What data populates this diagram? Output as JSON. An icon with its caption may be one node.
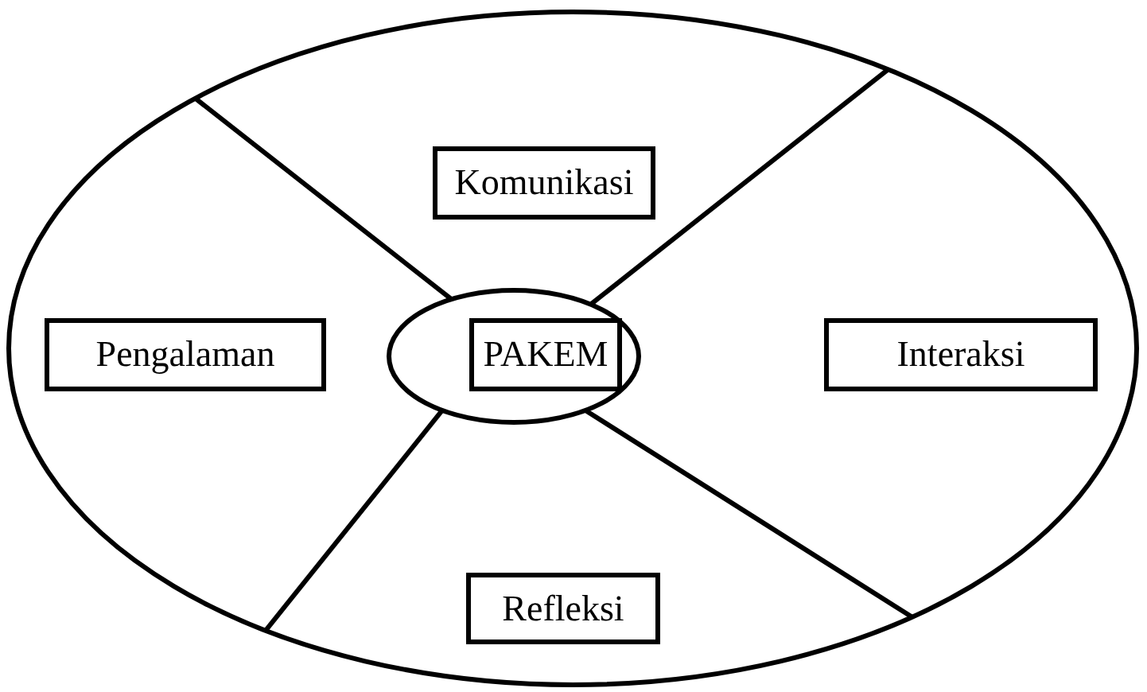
{
  "diagram": {
    "nodes": [
      {
        "text": [],
        "shape": "ellipse"
      },
      {
        "text": [
          "Komunikasi"
        ],
        "in": 0
      },
      {
        "text": [
          "Pengalaman"
        ],
        "in": 0
      },
      {
        "text": [],
        "shape": "ellipse",
        "in": 0
      },
      {
        "text": [
          "PAKEM"
        ],
        "in": 3
      },
      {
        "text": [
          "Interaksi"
        ],
        "in": 0
      },
      {
        "text": [
          "Refleksi"
        ],
        "in": 0
      }
    ],
    "edges": [
      {
        "from": 3,
        "to": 0,
        "arrow": "none"
      },
      {
        "from": 3,
        "to": 0,
        "arrow": "none"
      },
      {
        "from": 3,
        "to": 0,
        "arrow": "none"
      },
      {
        "from": 3,
        "to": 0,
        "arrow": "none"
      }
    ]
  }
}
